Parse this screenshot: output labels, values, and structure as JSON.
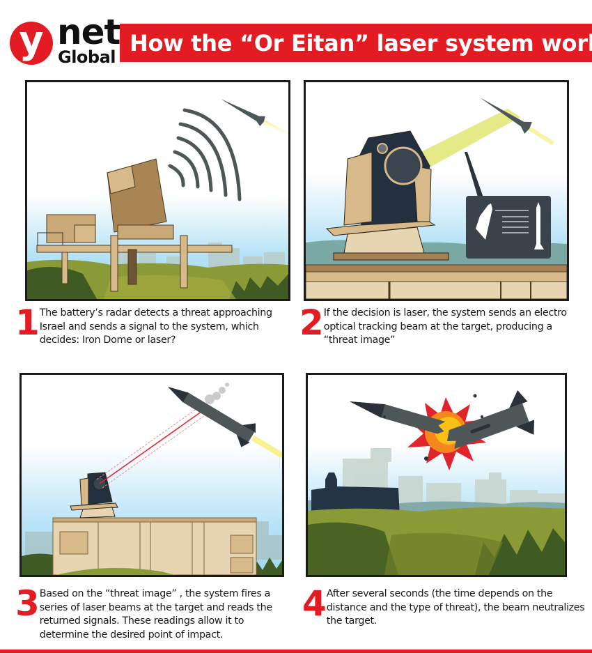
{
  "header": {
    "logo": {
      "mark": "y",
      "name": "net",
      "sub": "Global"
    },
    "title": "How the “Or Eitan” laser system works"
  },
  "colors": {
    "brand_red": "#e31b23",
    "text": "#1a1a1a",
    "panel_border": "#1b1b1b",
    "sky": "#a9dcf3",
    "grass": "#7b8a2e",
    "equipment_tan": "#d8b98a",
    "missile_gray": "#4d5758",
    "beam_yellow": "#e4e86a",
    "laser_red": "#e8262f"
  },
  "steps": [
    {
      "number": "1",
      "text": "The battery’s radar detects a threat approaching Israel and sends a signal to the system, which decides: Iron Dome or laser?",
      "illustration": "radar-battery-detecting-missile"
    },
    {
      "number": "2",
      "text": "If the decision is laser, the system sends an electro optical tracking beam at the target, producing a “threat image”",
      "illustration": "tracking-beam-with-threat-image-screen"
    },
    {
      "number": "3",
      "text": "Based on the “threat image” , the system fires a series of laser beams at the target and reads the returned signals. These readings allow it to determine the desired point of impact.",
      "illustration": "laser-beams-hitting-missile"
    },
    {
      "number": "4",
      "text": "After several seconds (the time depends on the distance and the type of threat), the beam neutralizes the target.",
      "illustration": "missile-explosion-neutralized"
    }
  ]
}
